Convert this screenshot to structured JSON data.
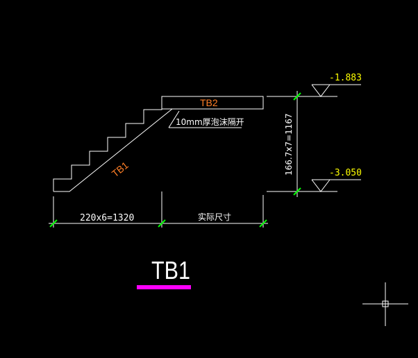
{
  "drawing": {
    "labels": {
      "flight_upper": "TB2",
      "flight_lower": "TB1",
      "gap_note": "10mm厚泡沫隔开",
      "vertical_dim": "166.7x7=1167",
      "horizontal_dim_left": "220x6=1320",
      "horizontal_dim_right": "实际尺寸",
      "level_top": "-1.883",
      "level_bottom": "-3.050",
      "drawing_title": "TB1"
    },
    "colors": {
      "background": "#000000",
      "linework": "#ffffff",
      "tb_label": "#ff7f27",
      "dimension": "#ffffff",
      "dim_tick": "#00ff00",
      "level_text": "#ffff00",
      "title_underline": "#ff00ff"
    },
    "cursor": "crosshair-icon"
  }
}
